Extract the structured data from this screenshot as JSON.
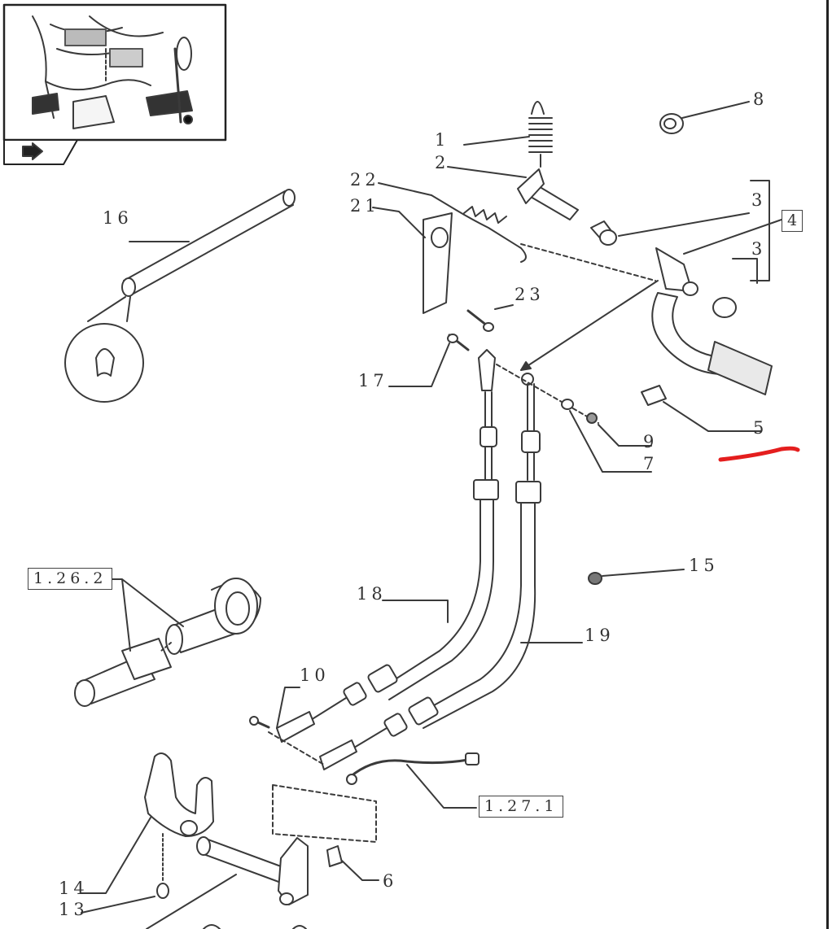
{
  "callouts": {
    "p1": "1",
    "p2": "2",
    "p3a": "3",
    "p3b": "3",
    "p4": "4",
    "p5": "5",
    "p6": "6",
    "p7": "7",
    "p8": "8",
    "p9": "9",
    "p10": "10",
    "p13": "13",
    "p14": "14",
    "p15": "15",
    "p16": "16",
    "p17": "17",
    "p18": "18",
    "p19": "19",
    "p21": "21",
    "p22": "22",
    "p23": "23"
  },
  "references": {
    "r1262": "1.26.2",
    "r1271": "1.27.1"
  },
  "colors": {
    "line": "#3a3a3a",
    "mark": "#e41e1e",
    "part_fill": "#ffffff",
    "shade": "#cfcfcf"
  }
}
